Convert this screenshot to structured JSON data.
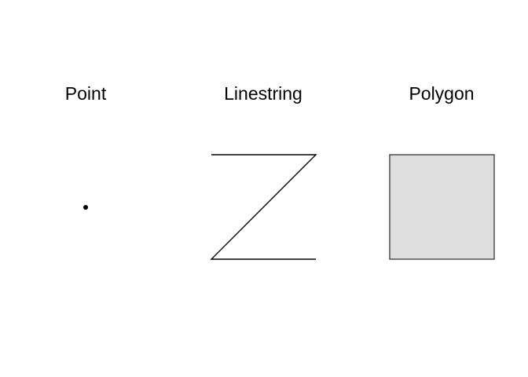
{
  "panels": [
    {
      "title": "Point"
    },
    {
      "title": "Linestring"
    },
    {
      "title": "Polygon"
    }
  ],
  "colors": {
    "stroke": "#000000",
    "polygon_fill": "#dedede",
    "polygon_stroke": "#444444"
  }
}
